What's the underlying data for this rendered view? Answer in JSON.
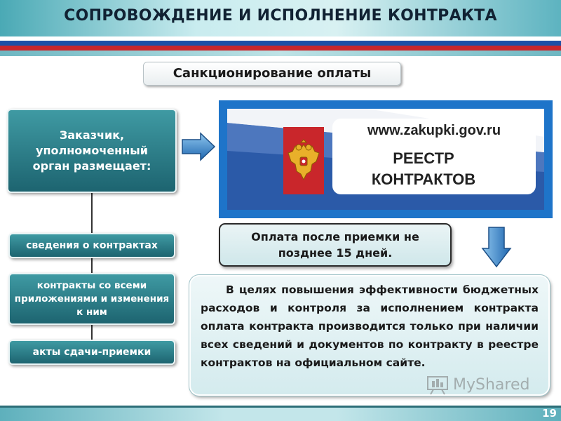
{
  "header": {
    "title": "СОПРОВОЖДЕНИЕ И ИСПОЛНЕНИЕ КОНТРАКТА"
  },
  "section": {
    "title": "Санкционирование оплаты"
  },
  "left_panel": {
    "customer_text": "Заказчик, уполномоченный орган размещает:",
    "items": [
      "сведения о контрактах",
      "контракты со всеми приложениями и изменения к ним",
      "акты сдачи-приемки"
    ]
  },
  "registry": {
    "url": "www.zakupki.gov.ru",
    "title_line1": "РЕЕСТР",
    "title_line2": "КОНТРАКТОВ"
  },
  "payment_note": "Оплата после приемки не позднее 15 дней.",
  "info_text": "В целях повышения эффективности бюджетных расходов и контроля за исполнением контракта оплата контракта производится только при наличии всех сведений и документов по контракту в реестре контрактов на официальном сайте.",
  "watermark": "MyShared",
  "page_number": "19",
  "colors": {
    "teal_box": "#1d6470",
    "registry_blue": "#1e74c9",
    "flag_red": "#c9262b",
    "flag_blue": "#1d4fa6",
    "arrow_blue": "#2f82c6"
  },
  "icons": {
    "right_arrow": "arrow-right-icon",
    "down_arrow": "arrow-down-icon",
    "emblem": "coat-of-arms-icon",
    "watermark_logo": "presentation-board-icon"
  }
}
